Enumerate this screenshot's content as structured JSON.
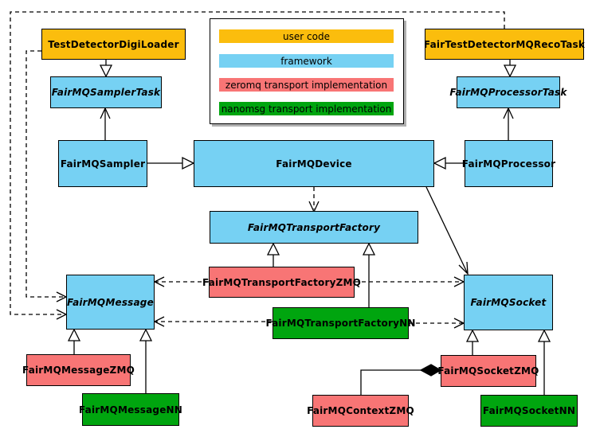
{
  "legend": {
    "items": [
      {
        "label": "user code",
        "color": "#fbbd0d"
      },
      {
        "label": "framework",
        "color": "#76d1f3"
      },
      {
        "label": "zeromq transport implementation",
        "color": "#f87575"
      },
      {
        "label": "nanomsg transport implementation",
        "color": "#00a50f"
      }
    ]
  },
  "nodes": {
    "digi_loader": {
      "label": "TestDetectorDigiLoader",
      "category": "user code",
      "abstract": false
    },
    "reco_task": {
      "label": "FairTestDetectorMQRecoTask",
      "category": "user code",
      "abstract": false
    },
    "sampler_task": {
      "label": "FairMQSamplerTask",
      "category": "framework",
      "abstract": true
    },
    "processor_task": {
      "label": "FairMQProcessorTask",
      "category": "framework",
      "abstract": true
    },
    "sampler": {
      "label": "FairMQSampler",
      "category": "framework",
      "abstract": false
    },
    "device": {
      "label": "FairMQDevice",
      "category": "framework",
      "abstract": false
    },
    "processor": {
      "label": "FairMQProcessor",
      "category": "framework",
      "abstract": false
    },
    "transport_factory": {
      "label": "FairMQTransportFactory",
      "category": "framework",
      "abstract": true
    },
    "transport_factory_zmq": {
      "label": "FairMQTransportFactoryZMQ",
      "category": "zeromq",
      "abstract": false
    },
    "transport_factory_nn": {
      "label": "FairMQTransportFactoryNN",
      "category": "nanomsg",
      "abstract": false
    },
    "message": {
      "label": "FairMQMessage",
      "category": "framework",
      "abstract": true
    },
    "socket": {
      "label": "FairMQSocket",
      "category": "framework",
      "abstract": true
    },
    "message_zmq": {
      "label": "FairMQMessageZMQ",
      "category": "zeromq",
      "abstract": false
    },
    "message_nn": {
      "label": "FairMQMessageNN",
      "category": "nanomsg",
      "abstract": false
    },
    "context_zmq": {
      "label": "FairMQContextZMQ",
      "category": "zeromq",
      "abstract": false
    },
    "socket_zmq": {
      "label": "FairMQSocketZMQ",
      "category": "zeromq",
      "abstract": false
    },
    "socket_nn": {
      "label": "FairMQSocketNN",
      "category": "nanomsg",
      "abstract": false
    }
  },
  "edges": [
    {
      "from": "TestDetectorDigiLoader",
      "to": "FairMQSamplerTask",
      "relation": "inheritance",
      "line": "solid"
    },
    {
      "from": "FairTestDetectorMQRecoTask",
      "to": "FairMQProcessorTask",
      "relation": "inheritance",
      "line": "solid"
    },
    {
      "from": "FairMQSampler",
      "to": "FairMQSamplerTask",
      "relation": "association",
      "line": "solid"
    },
    {
      "from": "FairMQProcessor",
      "to": "FairMQProcessorTask",
      "relation": "association",
      "line": "solid"
    },
    {
      "from": "FairMQSampler",
      "to": "FairMQDevice",
      "relation": "inheritance",
      "line": "solid"
    },
    {
      "from": "FairMQProcessor",
      "to": "FairMQDevice",
      "relation": "inheritance",
      "line": "solid"
    },
    {
      "from": "FairMQDevice",
      "to": "FairMQTransportFactory",
      "relation": "dependency",
      "line": "dashed"
    },
    {
      "from": "FairMQDevice",
      "to": "FairMQSocket",
      "relation": "association",
      "line": "solid"
    },
    {
      "from": "FairMQTransportFactoryZMQ",
      "to": "FairMQTransportFactory",
      "relation": "inheritance",
      "line": "solid"
    },
    {
      "from": "FairMQTransportFactoryNN",
      "to": "FairMQTransportFactory",
      "relation": "inheritance",
      "line": "solid"
    },
    {
      "from": "FairMQTransportFactoryZMQ",
      "to": "FairMQMessage",
      "relation": "dependency",
      "line": "dashed"
    },
    {
      "from": "FairMQTransportFactoryZMQ",
      "to": "FairMQSocket",
      "relation": "dependency",
      "line": "dashed"
    },
    {
      "from": "FairMQTransportFactoryNN",
      "to": "FairMQMessage",
      "relation": "dependency",
      "line": "dashed"
    },
    {
      "from": "FairMQTransportFactoryNN",
      "to": "FairMQSocket",
      "relation": "dependency",
      "line": "dashed"
    },
    {
      "from": "TestDetectorDigiLoader",
      "to": "FairMQMessage",
      "relation": "dependency",
      "line": "dashed"
    },
    {
      "from": "FairTestDetectorMQRecoTask",
      "to": "FairMQMessage",
      "relation": "dependency",
      "line": "dashed"
    },
    {
      "from": "FairMQMessageZMQ",
      "to": "FairMQMessage",
      "relation": "inheritance",
      "line": "solid"
    },
    {
      "from": "FairMQMessageNN",
      "to": "FairMQMessage",
      "relation": "inheritance",
      "line": "solid"
    },
    {
      "from": "FairMQSocketZMQ",
      "to": "FairMQSocket",
      "relation": "inheritance",
      "line": "solid"
    },
    {
      "from": "FairMQSocketNN",
      "to": "FairMQSocket",
      "relation": "inheritance",
      "line": "solid"
    },
    {
      "from": "FairMQSocketZMQ",
      "to": "FairMQContextZMQ",
      "relation": "composition",
      "line": "solid"
    }
  ]
}
